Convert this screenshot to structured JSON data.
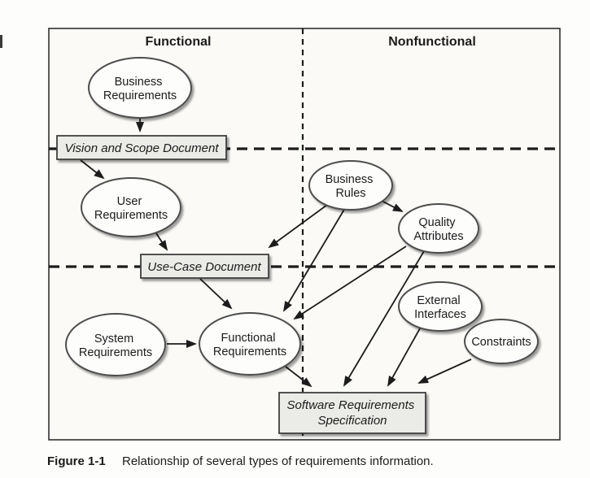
{
  "figure": {
    "headers": {
      "left": "Functional",
      "right": "Nonfunctional"
    },
    "nodes": {
      "business_requirements": {
        "line1": "Business",
        "line2": "Requirements"
      },
      "user_requirements": {
        "line1": "User",
        "line2": "Requirements"
      },
      "business_rules": {
        "line1": "Business",
        "line2": "Rules"
      },
      "quality_attributes": {
        "line1": "Quality",
        "line2": "Attributes"
      },
      "system_requirements": {
        "line1": "System",
        "line2": "Requirements"
      },
      "functional_requirements": {
        "line1": "Functional",
        "line2": "Requirements"
      },
      "external_interfaces": {
        "line1": "External",
        "line2": "Interfaces"
      },
      "constraints": {
        "line1": "Constraints"
      }
    },
    "documents": {
      "vision_scope": {
        "label": "Vision and Scope Document"
      },
      "use_case": {
        "label": "Use-Case Document"
      },
      "srs": {
        "line1": "Software Requirements",
        "line2": "Specification"
      }
    },
    "edges": [
      {
        "from": "Business Requirements",
        "to": "Vision and Scope Document"
      },
      {
        "from": "Vision and Scope Document",
        "to": "User Requirements"
      },
      {
        "from": "User Requirements",
        "to": "Use-Case Document"
      },
      {
        "from": "Business Rules",
        "to": "Use-Case Document"
      },
      {
        "from": "Business Rules",
        "to": "Quality Attributes"
      },
      {
        "from": "Business Rules",
        "to": "Functional Requirements"
      },
      {
        "from": "Quality Attributes",
        "to": "Functional Requirements"
      },
      {
        "from": "Quality Attributes",
        "to": "Software Requirements Specification"
      },
      {
        "from": "Use-Case Document",
        "to": "Functional Requirements"
      },
      {
        "from": "System Requirements",
        "to": "Functional Requirements"
      },
      {
        "from": "Functional Requirements",
        "to": "Software Requirements Specification"
      },
      {
        "from": "External Interfaces",
        "to": "Software Requirements Specification"
      },
      {
        "from": "Constraints",
        "to": "Software Requirements Specification"
      }
    ],
    "colors": {
      "line": "#1c1c1c",
      "node_fill": "#fdfdfc",
      "node_stroke": "#4d4d4d",
      "doc_fill": "#ebebe8",
      "doc_stroke": "#3f3f3f",
      "background": "#fbfaf7"
    }
  },
  "caption": {
    "label": "Figure 1-1",
    "text": "Relationship of several types of requirements information."
  }
}
